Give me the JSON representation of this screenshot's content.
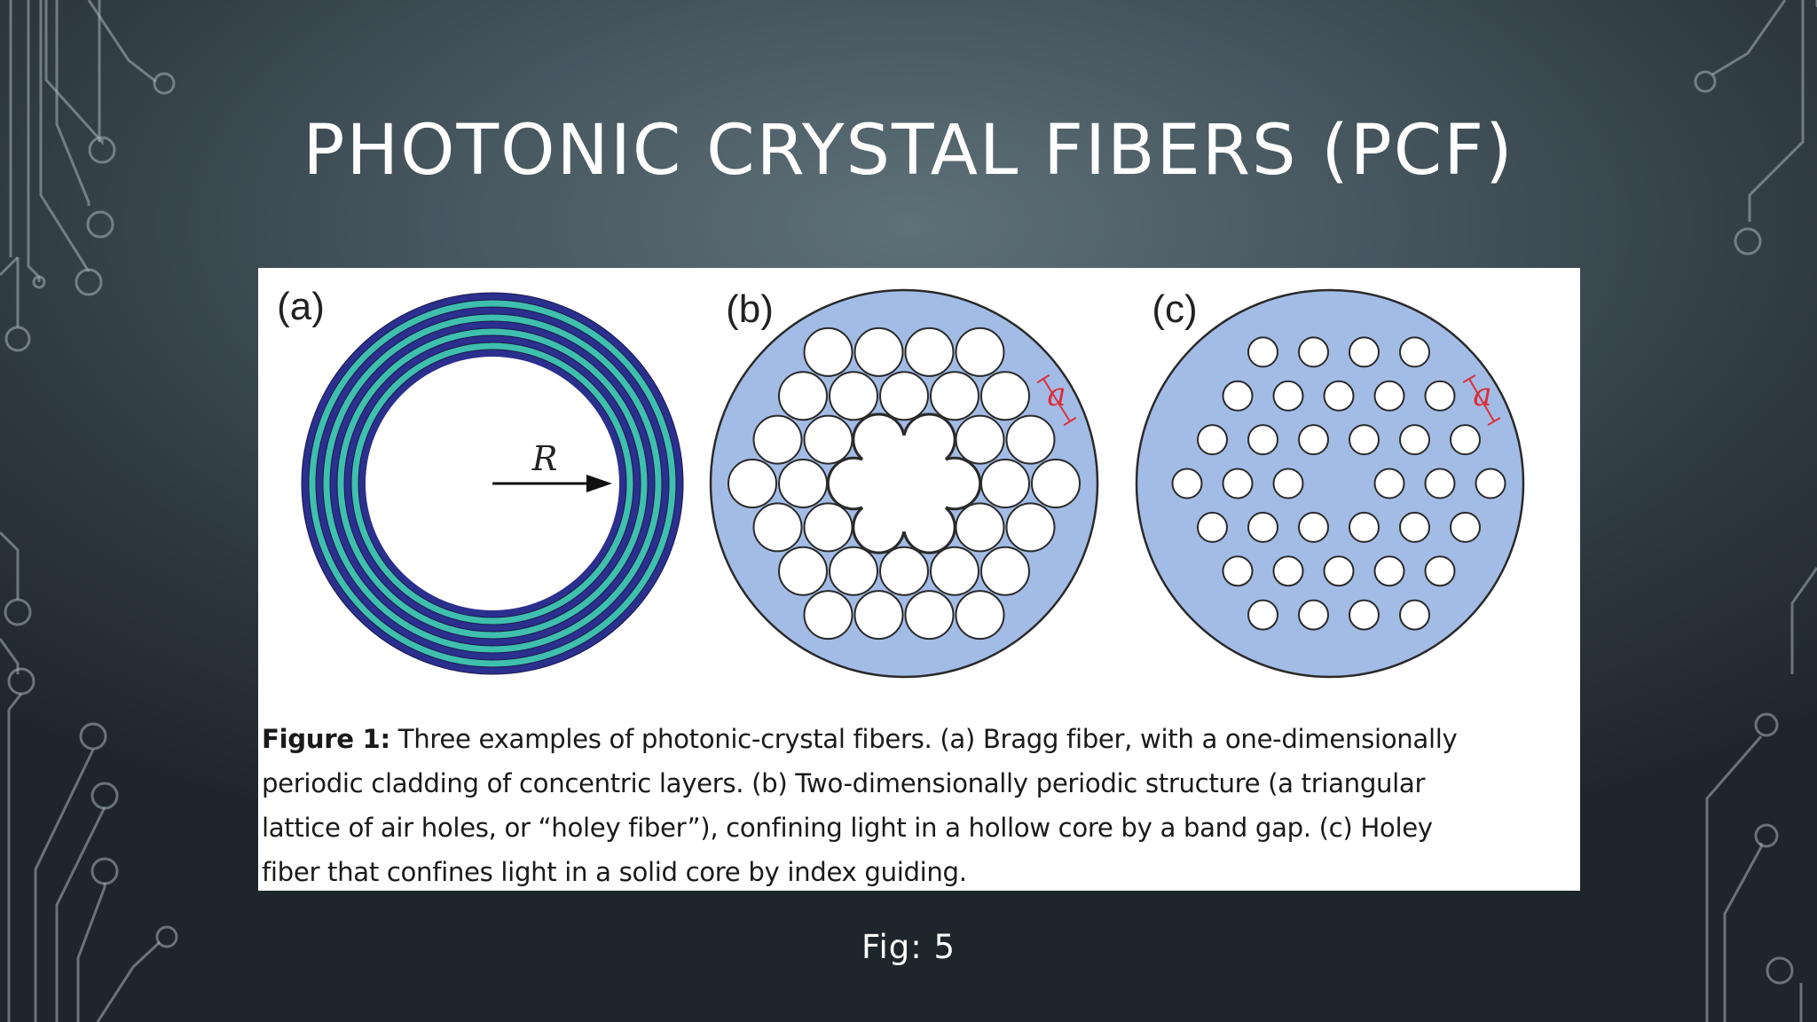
{
  "slide": {
    "title": "PHOTONIC CRYSTAL FIBERS (PCF)",
    "footer_label": "Fig: 5"
  },
  "figure": {
    "panels": [
      {
        "label": "(a)",
        "symbol": "R"
      },
      {
        "label": "(b)",
        "symbol": "a"
      },
      {
        "label": "(c)",
        "symbol": "a"
      }
    ],
    "caption": {
      "bold": "Figure 1:",
      "line1": " Three examples of photonic-crystal fibers. (a) Bragg fiber, with a one-dimensionally",
      "line2": "periodic cladding of concentric layers. (b) Two-dimensionally periodic structure (a triangular",
      "line3": "lattice of air holes, or “holey fiber”), confining light in a hollow core by a band gap. (c) Holey",
      "line4": "fiber that confines light in a solid core by index guiding."
    }
  },
  "colors": {
    "fiber_blue": "#a3bce6",
    "bragg_dark": "#2b2f8e",
    "bragg_light": "#3fbfae",
    "lattice_mark": "#d8303a"
  }
}
